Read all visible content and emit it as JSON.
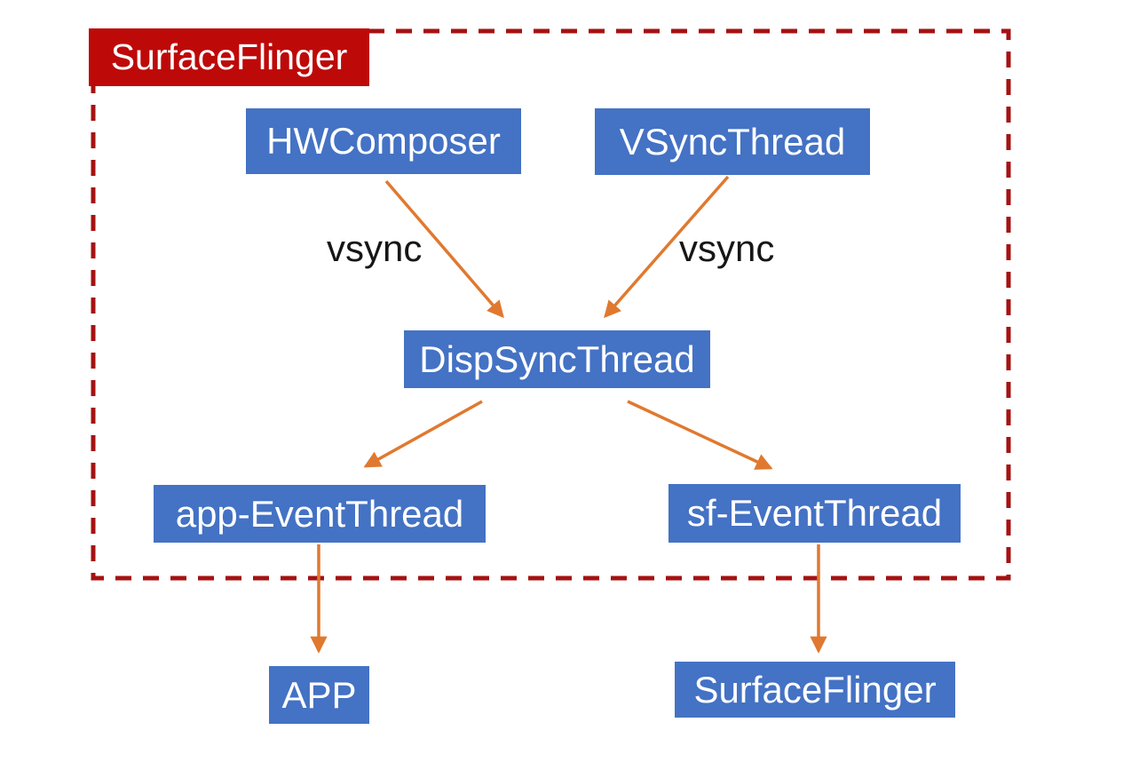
{
  "group": {
    "label": "SurfaceFlinger"
  },
  "nodes": {
    "hwcomposer": "HWComposer",
    "vsyncthread": "VSyncThread",
    "dispsyncthread": "DispSyncThread",
    "app_eventthread": "app-EventThread",
    "sf_eventthread": "sf-EventThread",
    "app": "APP",
    "surfaceflinger_out": "SurfaceFlinger"
  },
  "edge_labels": {
    "left": "vsync",
    "right": "vsync"
  },
  "colors": {
    "canvas_bg": "#ffffff",
    "box_blue": "#4472C4",
    "label_red": "#BE0909",
    "border_red": "#A51212",
    "arrow_orange": "#E0792F",
    "box_text": "#ffffff",
    "edge_label_text": "#161616"
  }
}
